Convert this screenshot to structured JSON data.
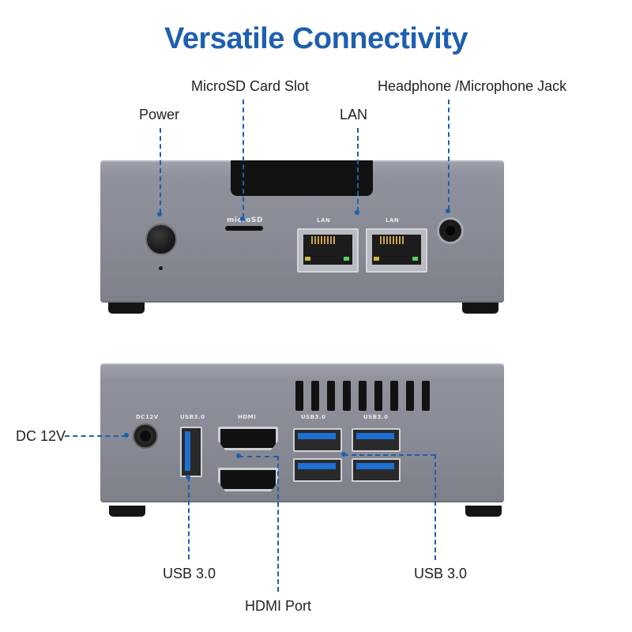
{
  "title": "Versatile Connectivity",
  "colors": {
    "title": "#1f5fad",
    "leader": "#1f5fad",
    "device": "#8f929c"
  },
  "callouts": {
    "power": "Power",
    "microsd": "MicroSD Card Slot",
    "lan": "LAN",
    "headphone": "Headphone /Microphone Jack",
    "dc": "DC 12V",
    "usb_left": "USB 3.0",
    "hdmi": "HDMI Port",
    "usb_right": "USB 3.0"
  },
  "device_labels": {
    "microsd": "microSD",
    "lan1": "LAN",
    "lan2": "LAN",
    "dc12v": "DC12V",
    "usb30": "USB3.0",
    "hdmi": "HDMI",
    "usb30_a": "USB3.0",
    "usb30_b": "USB3.0"
  }
}
